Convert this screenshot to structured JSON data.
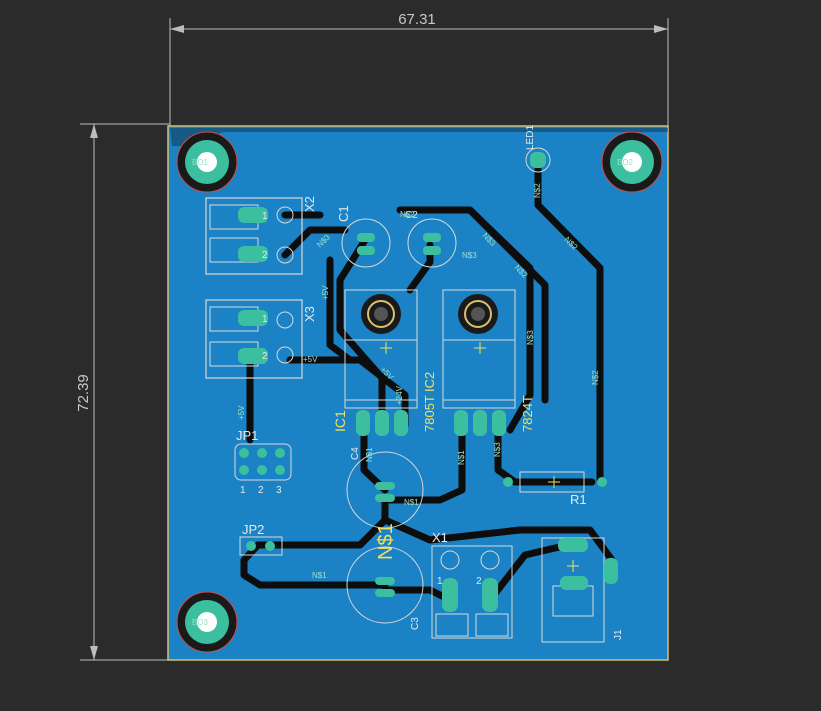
{
  "dimensions": {
    "width": "67.31",
    "height": "72.39"
  },
  "colors": {
    "background": "#2b2b2b",
    "copper": "#1b83c5",
    "trace": "#0d0d0d",
    "pad": "#3bbf9e",
    "silk": "#e8e8e8",
    "outline": "#d8c070"
  },
  "components": {
    "x2": "X2",
    "x3": "X3",
    "x1": "X1",
    "c1": "C1",
    "c2": "C2",
    "c3": "C3",
    "c4": "C4",
    "ic1": "IC1",
    "ic2": "IC2",
    "ic1_value": "7805T",
    "ic2_value": "7824T",
    "jp1": "JP1",
    "jp2": "JP2",
    "r1": "R1",
    "led1": "LED1",
    "j1": "J1",
    "ns1": "N$1",
    "pin1": "1",
    "pin2": "2",
    "pin3": "3"
  },
  "nets": {
    "n1": "N$1",
    "n2": "N$2",
    "n3": "N$3",
    "v5": "+5V",
    "v24": "+24V"
  },
  "mount_holes": [
    "BO1",
    "BO2",
    "BO3"
  ]
}
